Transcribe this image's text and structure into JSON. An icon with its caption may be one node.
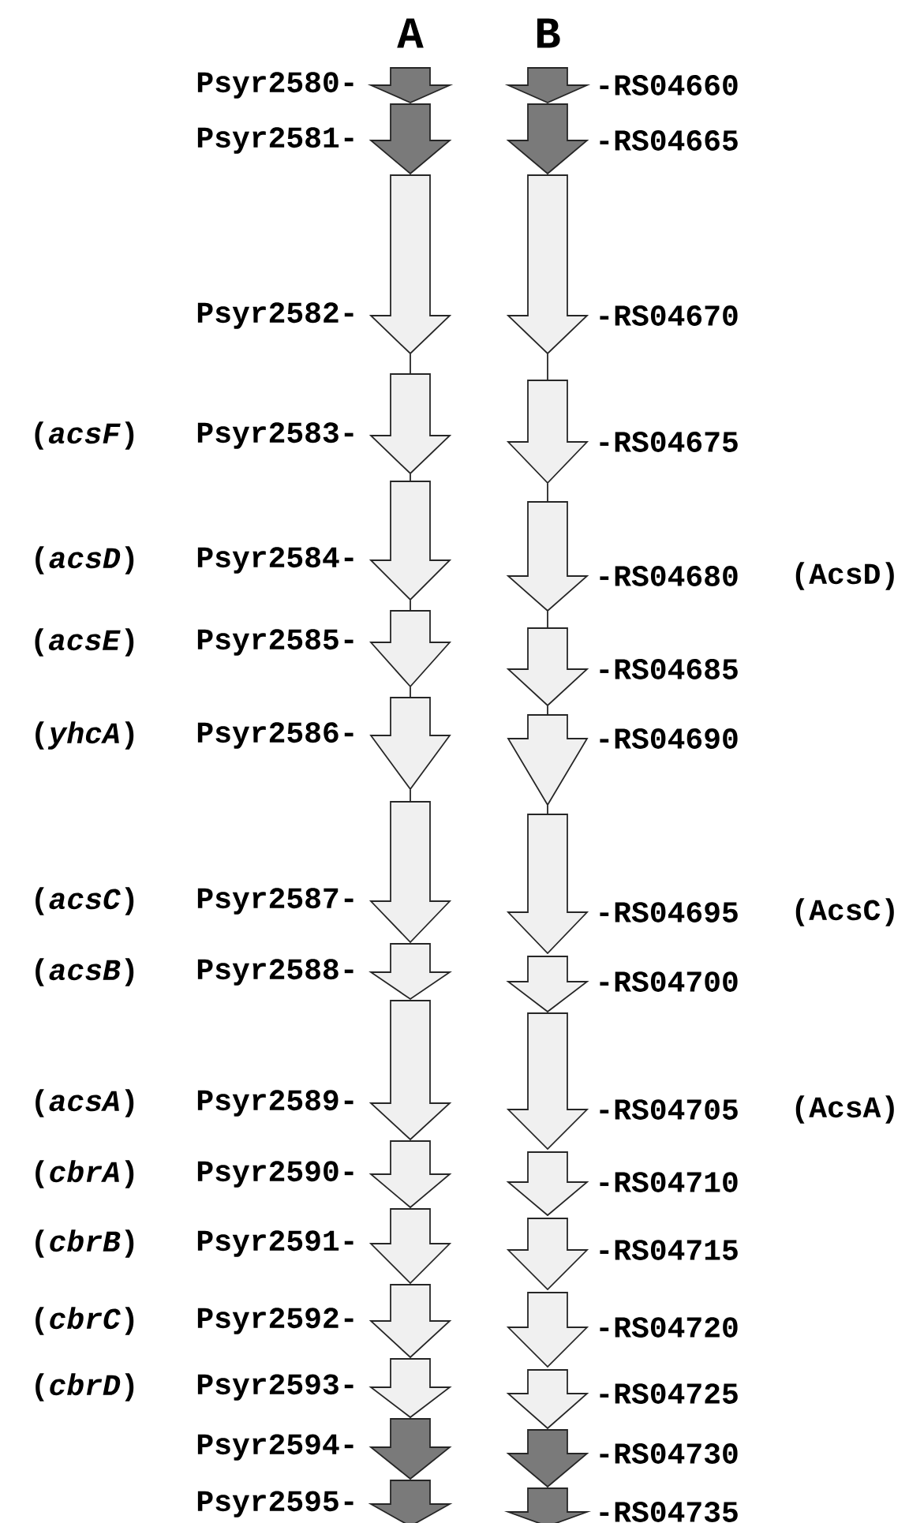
{
  "diagram": {
    "nodes": [
      {
        "text": [],
        "shape": "arrow",
        "beside": [
          "Psyr2580-"
        ]
      },
      {
        "text": [],
        "shape": "arrow",
        "beside": [
          "Psyr2581-"
        ]
      },
      {
        "text": [],
        "shape": "arrow",
        "beside": [
          "Psyr2582-"
        ]
      },
      {
        "text": [],
        "shape": "arrow",
        "beside": [
          "(*acsF*)",
          "Psyr2583-"
        ]
      },
      {
        "text": [],
        "shape": "arrow",
        "beside": [
          "(*acsD*)",
          "Psyr2584-"
        ]
      },
      {
        "text": [],
        "shape": "arrow",
        "beside": [
          "(*acsE*)",
          "Psyr2585-"
        ]
      },
      {
        "text": [],
        "shape": "arrow",
        "beside": [
          "(*yhcA*)",
          "Psyr2586-"
        ]
      },
      {
        "text": [],
        "shape": "arrow",
        "beside": [
          "(*acsC*)",
          "Psyr2587-"
        ]
      },
      {
        "text": [],
        "shape": "arrow",
        "beside": [
          "(*acsB*)",
          "Psyr2588-"
        ]
      },
      {
        "text": [],
        "shape": "arrow",
        "beside": [
          "(*acsA*)",
          "Psyr2589-"
        ]
      },
      {
        "text": [],
        "shape": "arrow",
        "beside": [
          "(*cbrA*)",
          "Psyr2590-"
        ]
      },
      {
        "text": [],
        "shape": "arrow",
        "beside": [
          "(*cbrB*)",
          "Psyr2591-"
        ]
      },
      {
        "text": [],
        "shape": "arrow",
        "beside": [
          "(*cbrC*)",
          "Psyr2592-"
        ]
      },
      {
        "text": [],
        "shape": "arrow",
        "beside": [
          "(*cbrD*)",
          "Psyr2593-"
        ]
      },
      {
        "text": [],
        "shape": "arrow",
        "beside": [
          "Psyr2594-"
        ]
      },
      {
        "text": [],
        "shape": "arrow",
        "beside": [
          "Psyr2595-"
        ]
      },
      {
        "text": [],
        "shape": "arrow",
        "beside": [
          "-RS04660"
        ]
      },
      {
        "text": [],
        "shape": "arrow",
        "beside": [
          "-RS04665"
        ]
      },
      {
        "text": [],
        "shape": "arrow",
        "beside": [
          "-RS04670"
        ]
      },
      {
        "text": [],
        "shape": "arrow",
        "beside": [
          "-RS04675"
        ]
      },
      {
        "text": [],
        "shape": "arrow",
        "beside": [
          "-RS04680",
          "(AcsD)"
        ]
      },
      {
        "text": [],
        "shape": "arrow",
        "beside": [
          "-RS04685"
        ]
      },
      {
        "text": [],
        "shape": "arrow",
        "beside": [
          "-RS04690"
        ]
      },
      {
        "text": [],
        "shape": "arrow",
        "beside": [
          "-RS04695",
          "(AcsC)"
        ]
      },
      {
        "text": [],
        "shape": "arrow",
        "beside": [
          "-RS04700"
        ]
      },
      {
        "text": [],
        "shape": "arrow",
        "beside": [
          "-RS04705",
          "(AcsA)"
        ]
      },
      {
        "text": [],
        "shape": "arrow",
        "beside": [
          "-RS04710"
        ]
      },
      {
        "text": [],
        "shape": "arrow",
        "beside": [
          "-RS04715"
        ]
      },
      {
        "text": [],
        "shape": "arrow",
        "beside": [
          "-RS04720"
        ]
      },
      {
        "text": [],
        "shape": "arrow",
        "beside": [
          "-RS04725"
        ]
      },
      {
        "text": [],
        "shape": "arrow",
        "beside": [
          "-RS04730"
        ]
      },
      {
        "text": [],
        "shape": "arrow",
        "beside": [
          "-RS04735"
        ]
      }
    ],
    "edges": [
      {
        "from": 2,
        "to": 3,
        "arrow": "none"
      },
      {
        "from": 3,
        "to": 4,
        "arrow": "none"
      },
      {
        "from": 4,
        "to": 5,
        "arrow": "none"
      },
      {
        "from": 5,
        "to": 6,
        "arrow": "none"
      },
      {
        "from": 6,
        "to": 7,
        "arrow": "none"
      },
      {
        "from": 18,
        "to": 19,
        "arrow": "none"
      },
      {
        "from": 19,
        "to": 20,
        "arrow": "none"
      },
      {
        "from": 20,
        "to": 21,
        "arrow": "none"
      },
      {
        "from": 21,
        "to": 22,
        "arrow": "none"
      },
      {
        "from": 22,
        "to": 23,
        "arrow": "none"
      }
    ],
    "labels": [
      "A",
      "B"
    ]
  }
}
